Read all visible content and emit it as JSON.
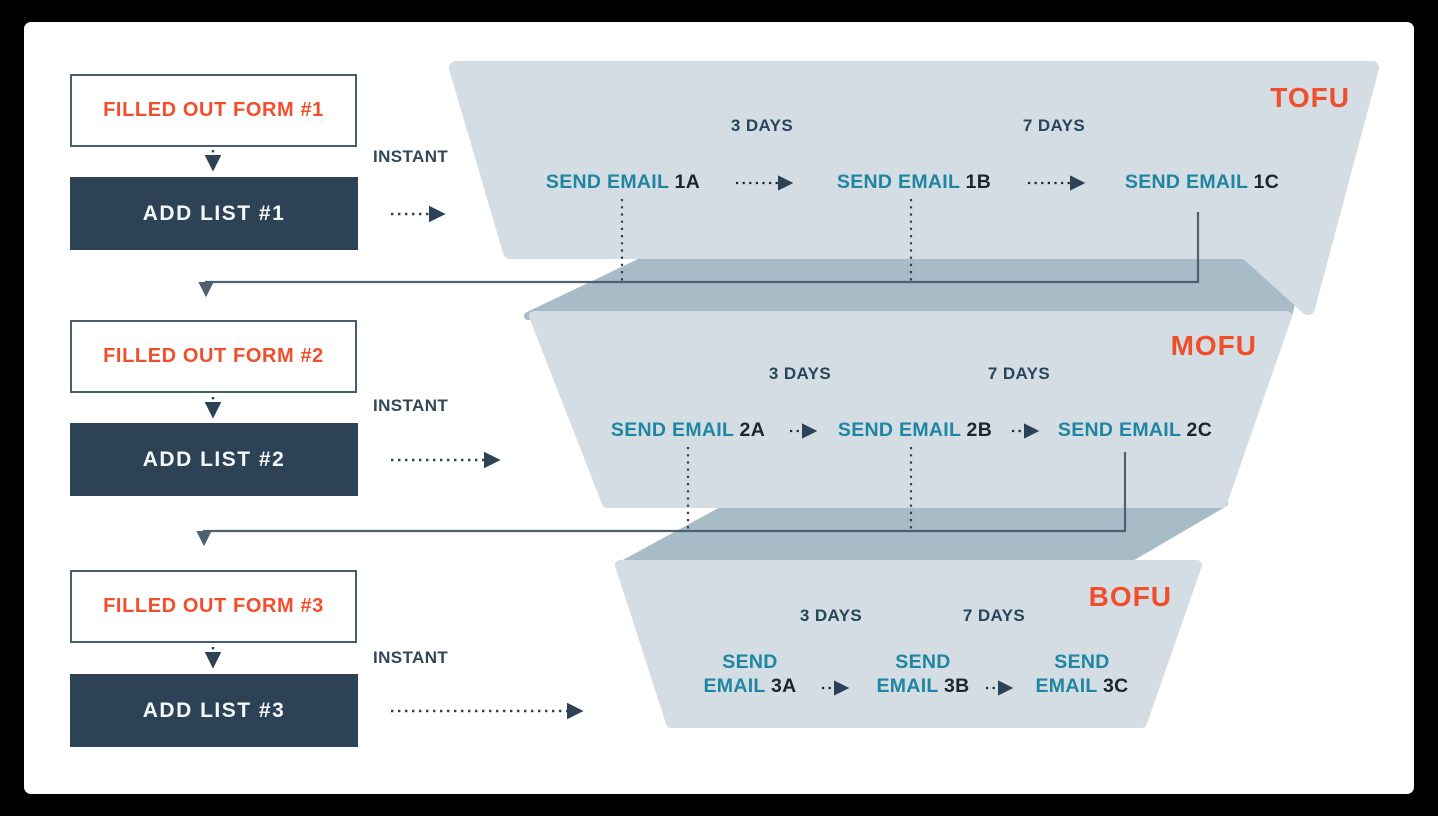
{
  "colors": {
    "accent_orange": "#f14e2c",
    "teal": "#1e86a0",
    "navy_box": "#2d4254",
    "funnel_light": "#d4dde3",
    "funnel_dark": "#a8bcc8",
    "connector_line": "#4f6170"
  },
  "stages": [
    {
      "tier_label": "TOFU",
      "form_title": "FILLED OUT FORM #1",
      "list_label": "ADD LIST #1",
      "instant_label": "INSTANT",
      "delays": [
        "3 DAYS",
        "7 DAYS"
      ],
      "emails": [
        {
          "action": "SEND EMAIL",
          "code": "1A"
        },
        {
          "action": "SEND EMAIL",
          "code": "1B"
        },
        {
          "action": "SEND EMAIL",
          "code": "1C"
        }
      ]
    },
    {
      "tier_label": "MOFU",
      "form_title": "FILLED OUT FORM #2",
      "list_label": "ADD LIST #2",
      "instant_label": "INSTANT",
      "delays": [
        "3 DAYS",
        "7 DAYS"
      ],
      "emails": [
        {
          "action": "SEND EMAIL",
          "code": "2A"
        },
        {
          "action": "SEND EMAIL",
          "code": "2B"
        },
        {
          "action": "SEND EMAIL",
          "code": "2C"
        }
      ]
    },
    {
      "tier_label": "BOFU",
      "form_title": "FILLED OUT FORM #3",
      "list_label": "ADD LIST #3",
      "instant_label": "INSTANT",
      "delays": [
        "3 DAYS",
        "7 DAYS"
      ],
      "emails": [
        {
          "action": "SEND EMAIL",
          "code": "3A"
        },
        {
          "action": "SEND EMAIL",
          "code": "3B"
        },
        {
          "action": "SEND EMAIL",
          "code": "3C"
        }
      ]
    }
  ]
}
